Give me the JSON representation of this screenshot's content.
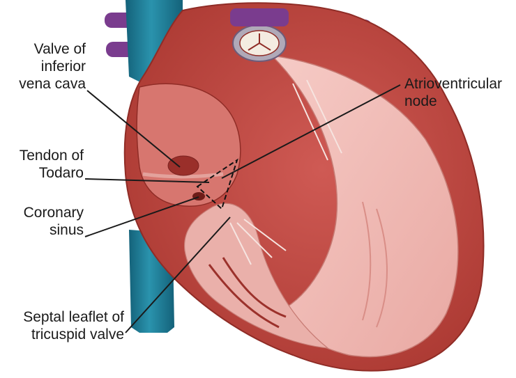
{
  "labels": {
    "valve_ivc": [
      "Valve of",
      "inferior",
      "vena cava"
    ],
    "tendon_todaro": [
      "Tendon of",
      "Todaro"
    ],
    "coronary_sinus": [
      "Coronary",
      "sinus"
    ],
    "septal_leaflet": [
      "Septal leaflet of",
      "tricuspid valve"
    ],
    "av_node": [
      "Atrioventricular",
      "node"
    ]
  },
  "colors": {
    "myocardium_dark": "#b8403e",
    "myocardium_mid": "#c95650",
    "endocardium_pink": "#f0b9b4",
    "vena_cava": "#1f7f98",
    "pulmonary_vessels": "#7a3c8e",
    "valve_cream": "#f4ece1",
    "leader_line": "#1a1a1a"
  }
}
